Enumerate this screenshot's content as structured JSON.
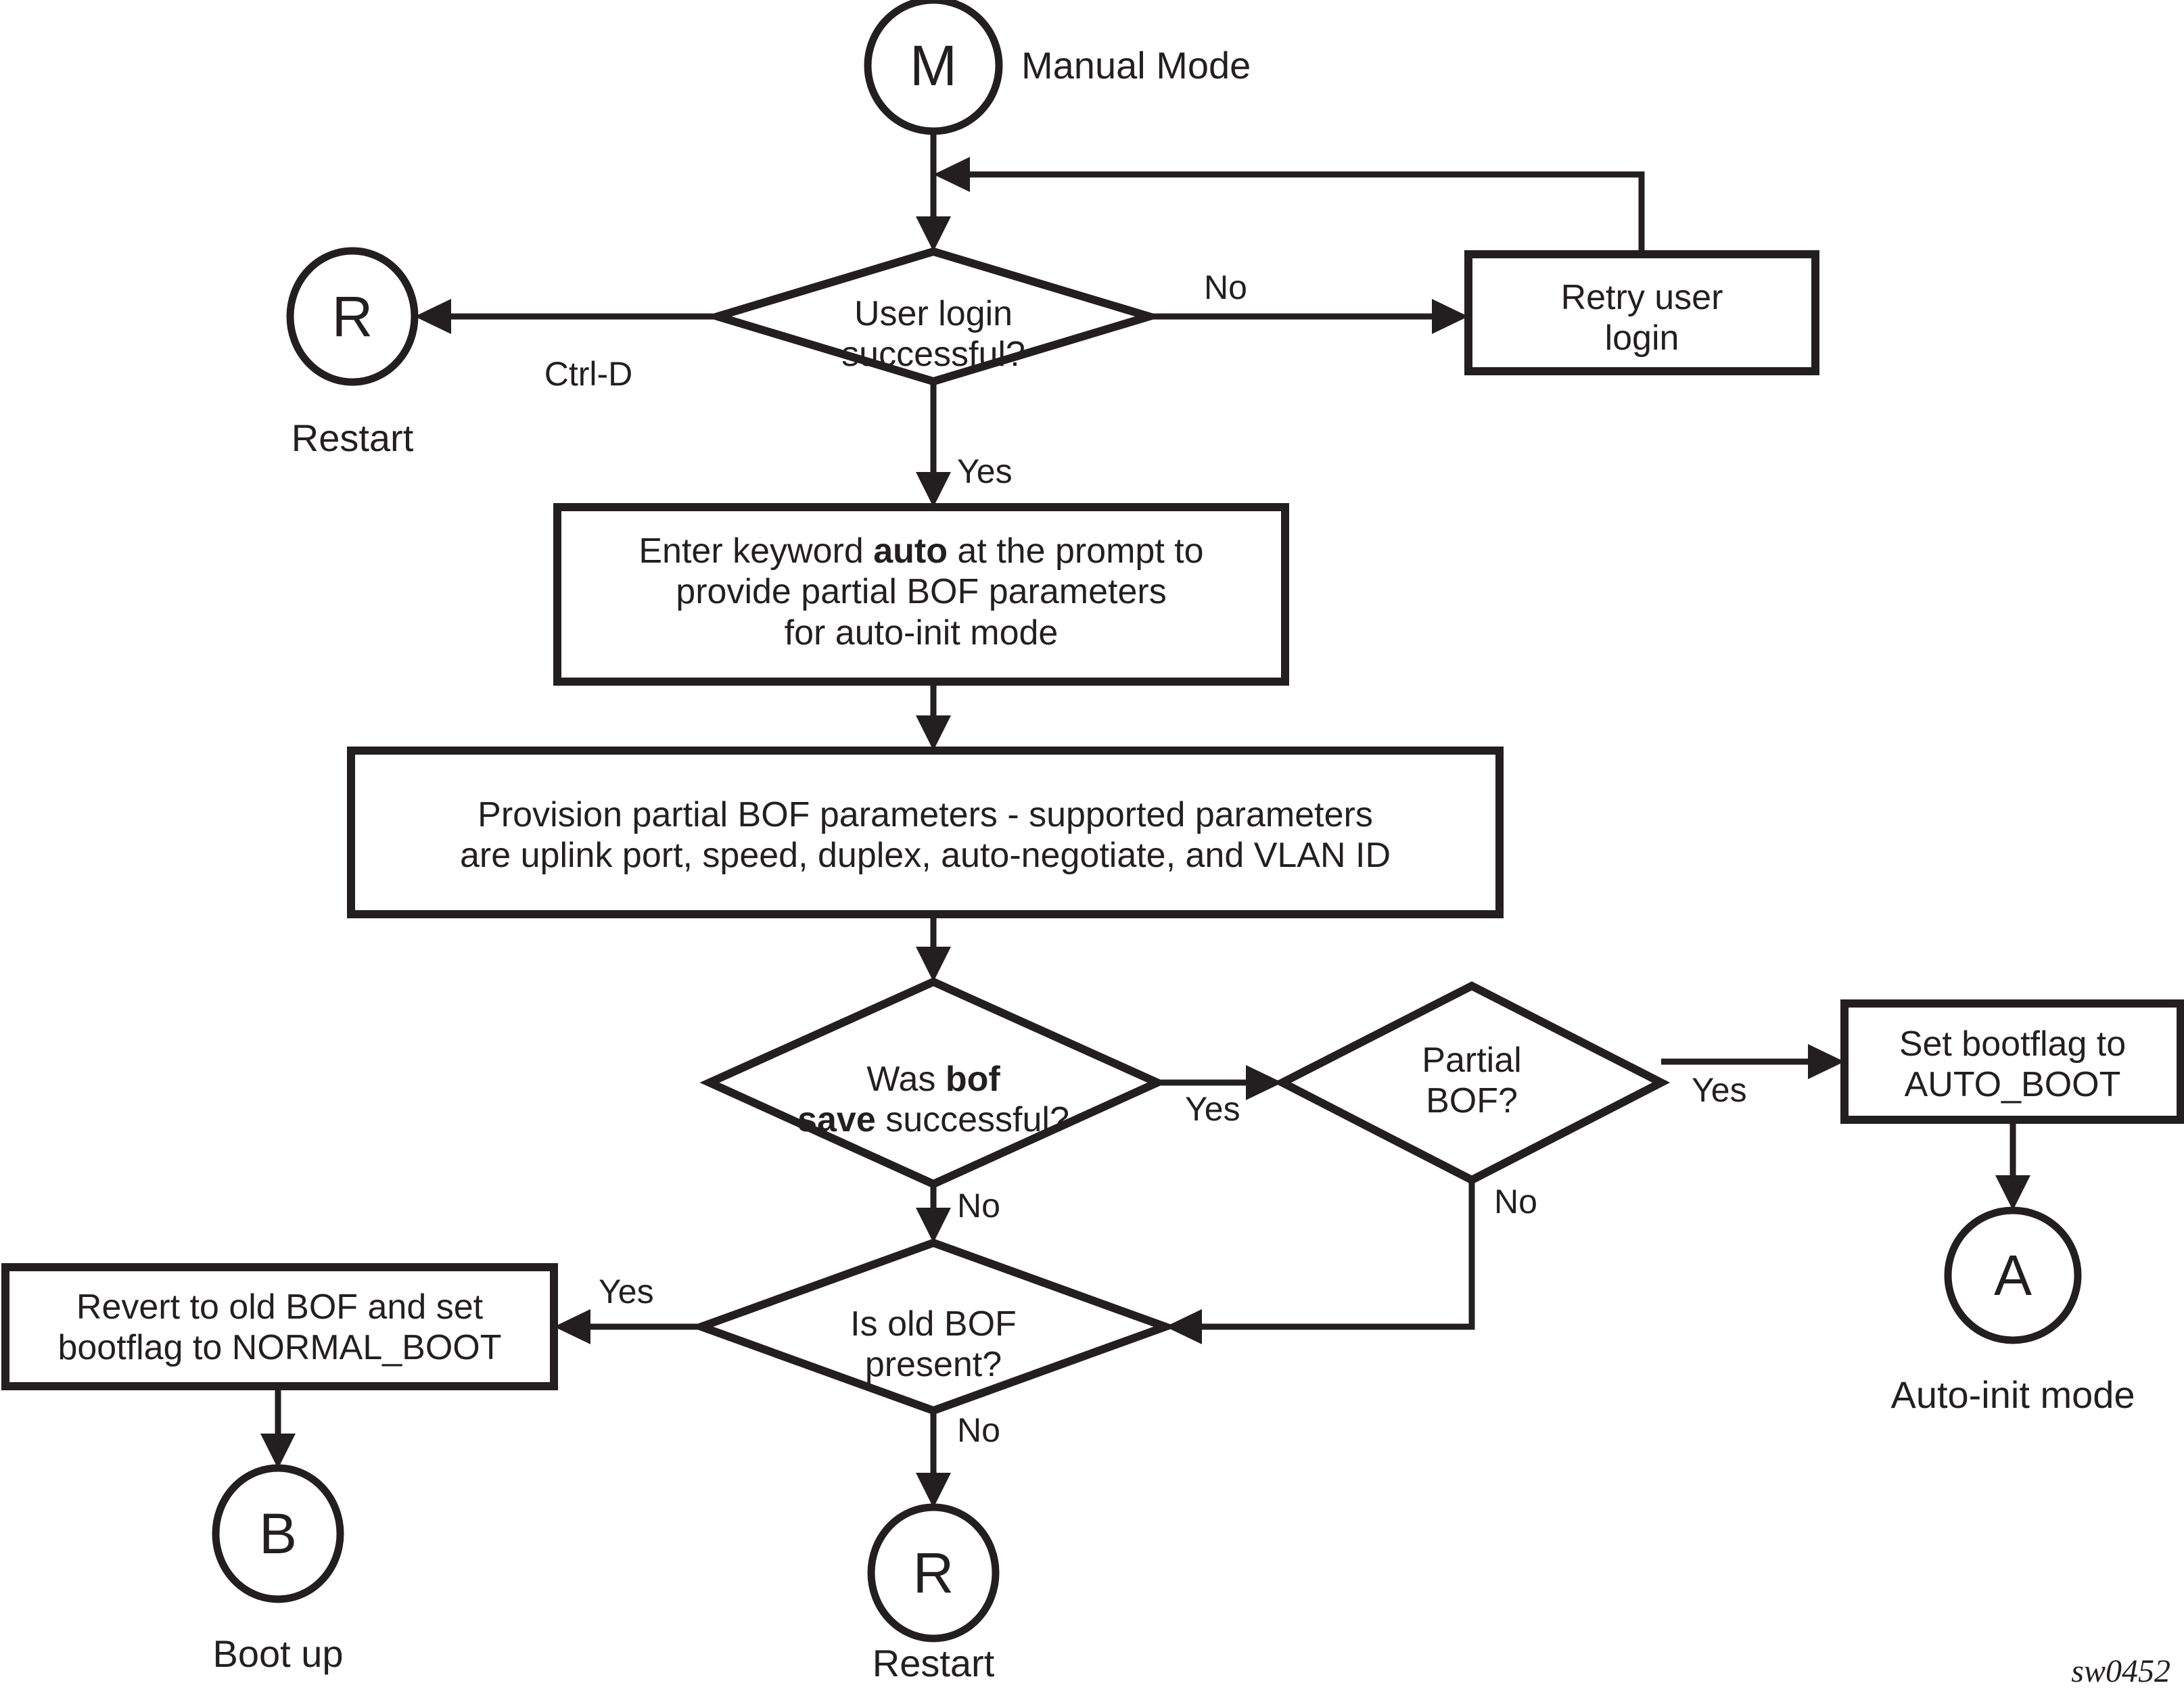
{
  "diagram": {
    "title_caption": "Manual Mode",
    "figure_id": "sw0452",
    "stroke_color": "#231f20",
    "background_color": "#ffffff"
  },
  "nodes": {
    "start_manual": {
      "kind": "connector-circle",
      "letter": "M",
      "caption": "Manual Mode"
    },
    "restart_top": {
      "kind": "connector-circle",
      "letter": "R",
      "caption": "Restart"
    },
    "decision_login": {
      "kind": "decision",
      "line1": "User login",
      "line2": "successful?"
    },
    "retry_login": {
      "kind": "process",
      "line1": "Retry user",
      "line2": "login"
    },
    "enter_auto": {
      "kind": "process",
      "line1_pre": "Enter keyword ",
      "line1_bold": "auto",
      "line1_post": " at the prompt to",
      "line2": "provide partial BOF parameters",
      "line3": "for auto-init mode"
    },
    "provision_bof": {
      "kind": "process",
      "line1": "Provision partial BOF parameters - supported parameters",
      "line2": "are uplink port, speed, duplex, auto-negotiate, and VLAN ID"
    },
    "decision_bof_save": {
      "kind": "decision",
      "line1_pre": "Was ",
      "line1_bold": "bof",
      "line2_bold": "save",
      "line2_post": " successful?"
    },
    "decision_partial_bof": {
      "kind": "decision",
      "line1": "Partial",
      "line2": "BOF?"
    },
    "set_autoboot": {
      "kind": "process",
      "line1": "Set bootflag to",
      "line2": "AUTO_BOOT"
    },
    "auto_init": {
      "kind": "connector-circle",
      "letter": "A",
      "caption": "Auto-init mode"
    },
    "decision_old_bof": {
      "kind": "decision",
      "line1": "Is old BOF",
      "line2": "present?"
    },
    "revert_bof": {
      "kind": "process",
      "line1": "Revert to old BOF and set",
      "line2": "bootflag to NORMAL_BOOT"
    },
    "boot_up": {
      "kind": "connector-circle",
      "letter": "B",
      "caption": "Boot up"
    },
    "restart_bottom": {
      "kind": "connector-circle",
      "letter": "R",
      "caption": "Restart"
    }
  },
  "edge_labels": {
    "login_ctrl_d": "Ctrl-D",
    "login_no": "No",
    "login_yes": "Yes",
    "bof_save_yes": "Yes",
    "bof_save_no": "No",
    "partial_bof_yes": "Yes",
    "partial_bof_no": "No",
    "old_bof_yes": "Yes",
    "old_bof_no": "No"
  }
}
